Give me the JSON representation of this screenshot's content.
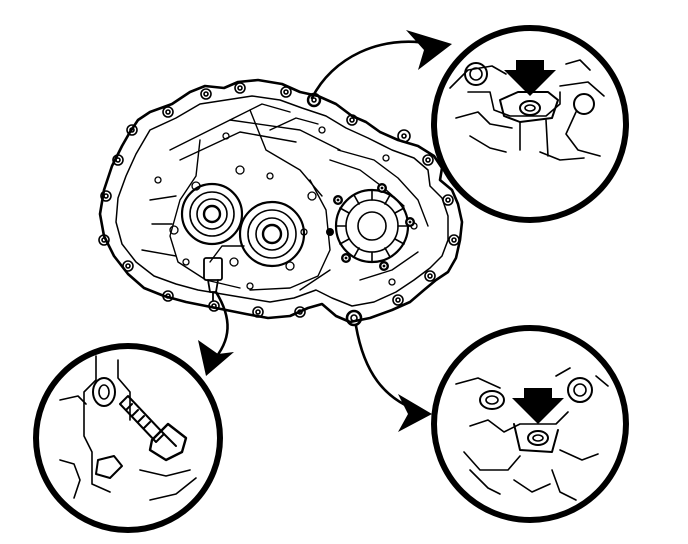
{
  "figure": {
    "subject": "transaxle-case-line-drawing",
    "ink_color": "#000000",
    "paper_color": "#ffffff",
    "callouts": [
      {
        "id": "top-right",
        "icon": "down-arrow-icon",
        "detail": "bolt-boss-pointer"
      },
      {
        "id": "bottom-left",
        "icon": "bolt-icon",
        "detail": "mounting-bolt"
      },
      {
        "id": "bottom-right",
        "icon": "down-arrow-icon",
        "detail": "bolt-boss-pointer"
      }
    ]
  }
}
